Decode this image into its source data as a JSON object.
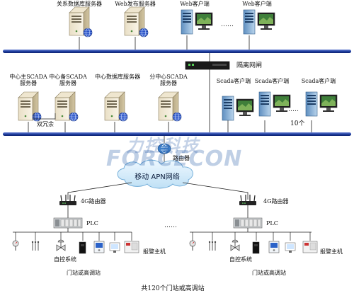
{
  "top_servers": [
    "关系数据库服务器",
    "Web发布服务器"
  ],
  "web_clients": [
    "Web客户端",
    "Web客户端"
  ],
  "top_dots": "……",
  "gateway": "隔离网闸",
  "mid_servers": [
    "中心主SCADA服务器",
    "中心备SCADA服务器",
    "中心数据库服务器",
    "分中心SCADA服务器"
  ],
  "redundancy": "双冗余",
  "scada_clients": [
    "Scada客户端",
    "Scada客户端",
    "Scada客户端"
  ],
  "client_count": "10个",
  "router": "路由器",
  "cloud": "移动 APN网络",
  "watermark": {
    "top": "力控科技",
    "bottom": "FORCECON",
    "color": "#2a5fa8",
    "accent": "#3aa14a"
  },
  "stations": [
    {
      "router_label": "4G路由器",
      "plc": "PLC",
      "control": "自控系统",
      "alarm": "报警主机",
      "name": "门站或高调站"
    },
    {
      "router_label": "4G路由器",
      "plc": "PLC",
      "control": "自控系统",
      "alarm": "报警主机",
      "name": "门站或高调站"
    }
  ],
  "station_dots": "……",
  "footer": "共120个门站或高调站",
  "colors": {
    "bus": "#1f3fa0",
    "cloud": "#d6ecfa",
    "line": "#222222"
  }
}
